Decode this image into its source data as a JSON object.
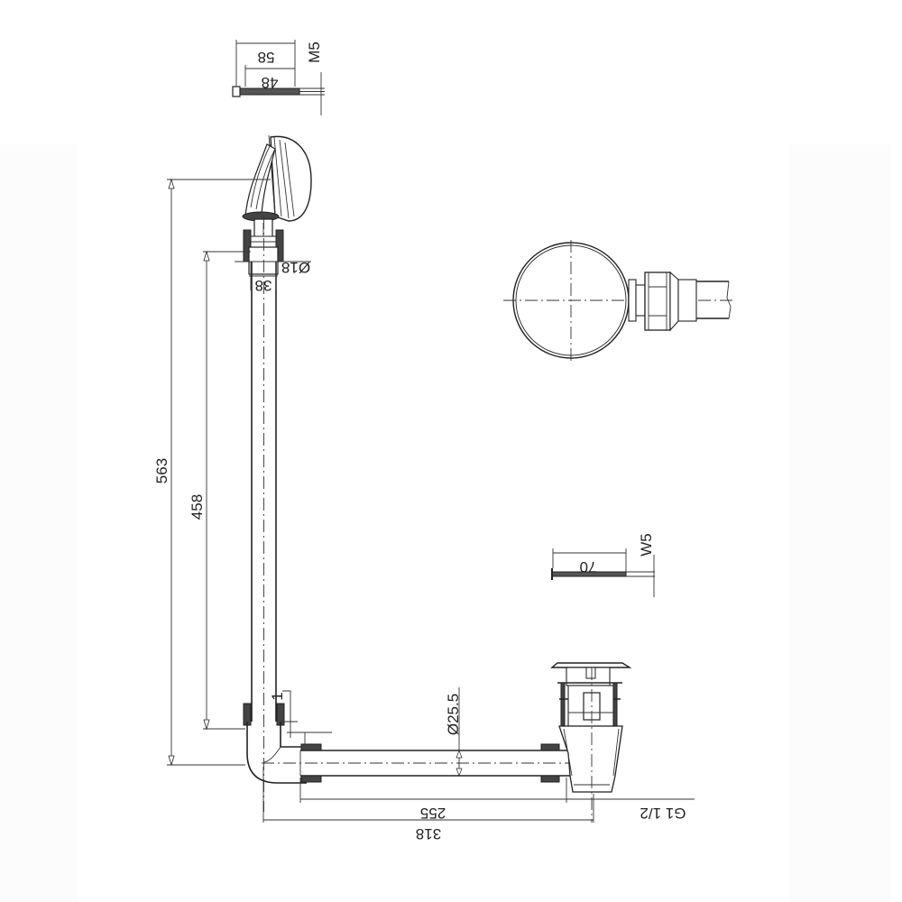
{
  "drawing": {
    "title": "Bath waste and overflow assembly technical drawing",
    "line_color": "#222222",
    "background": "#ffffff"
  },
  "dimensions": {
    "screw_top_len_outer": "58",
    "screw_top_len_inner": "48",
    "screw_top_thread": "M5",
    "overflow_height_total": "563",
    "overflow_pipe_length": "458",
    "overflow_nut_width": "38",
    "overflow_pipe_diameter": "Ø18",
    "elbow_offset": "1",
    "horizontal_pipe_diameter": "Ø25.5",
    "screw_bottom_len": "70",
    "screw_bottom_thread": "W5",
    "horizontal_pipe_length": "255",
    "overall_length": "318",
    "waste_thread": "G1 1/2"
  },
  "views": {
    "front": "overflow-and-waste-elevation",
    "side": "overflow-plate-side-view",
    "details": [
      "top-screw-detail",
      "bottom-screw-detail",
      "waste-plug-section"
    ]
  }
}
